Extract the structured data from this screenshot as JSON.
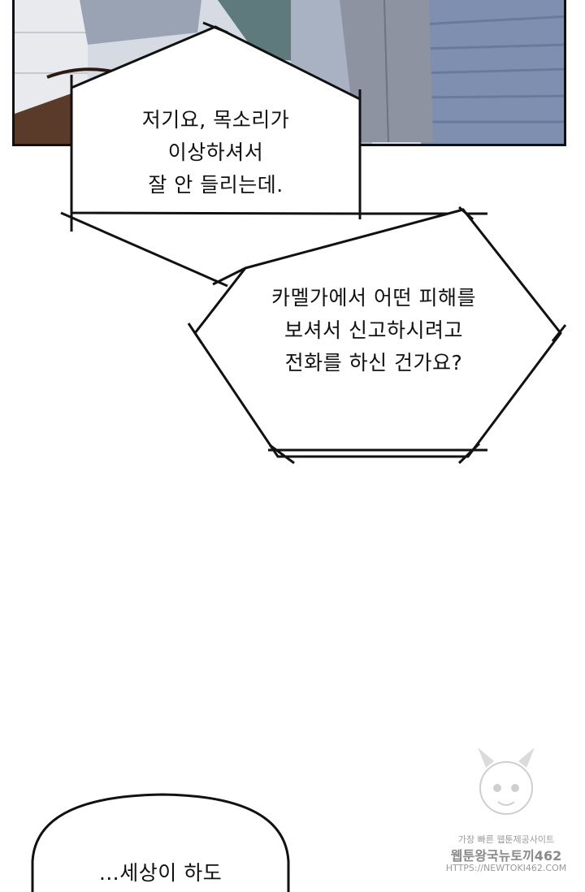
{
  "bubble1": {
    "lines": [
      "저기요, 목소리가",
      "이상하셔서",
      "잘 안 들리는데."
    ]
  },
  "bubble2": {
    "lines": [
      "카멜가에서 어떤 피해를",
      "보셔서 신고하시려고",
      "전화를 하신 건가요?"
    ]
  },
  "bubble3": {
    "lines": [
      "…세상이 하도"
    ]
  },
  "watermark": {
    "line1": "가장 빠른 웹툰제공사이트",
    "line2": "웹툰왕국뉴토끼462",
    "line3": "HTTPS://NEWTOKI462.COM"
  }
}
